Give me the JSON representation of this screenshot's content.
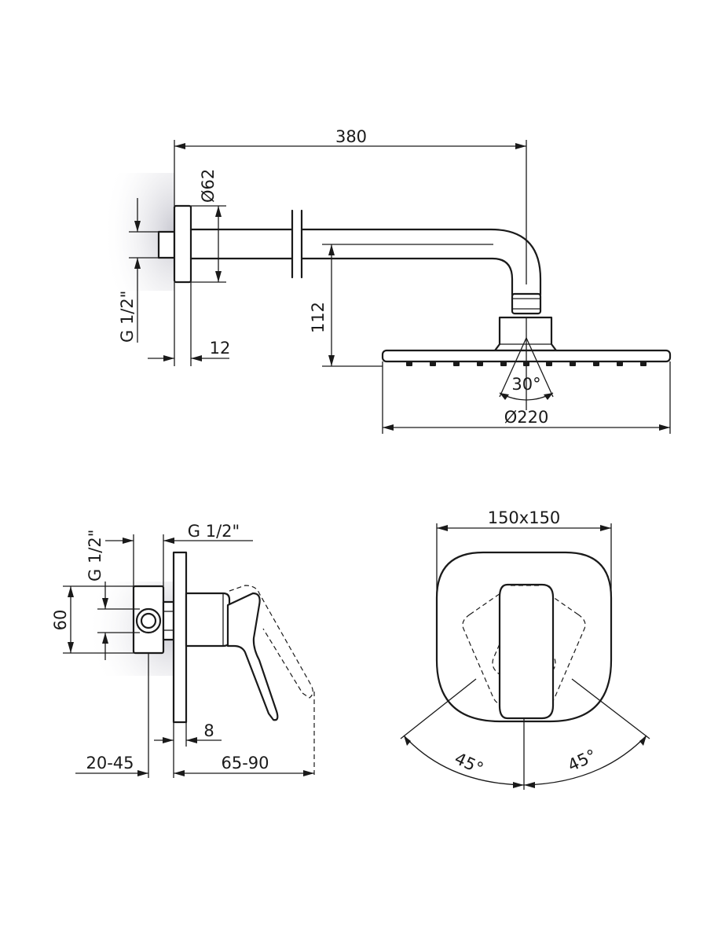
{
  "colors": {
    "line": "#1a1a1a",
    "background": "#ffffff",
    "wall_shadow": "#cfcfd6"
  },
  "shower_head_view": {
    "arm_length": "380",
    "flange_diameter": "Ø62",
    "thread": "G 1/2\"",
    "flange_thickness": "12",
    "drop_height": "112",
    "spray_angle": "30°",
    "head_diameter": "Ø220"
  },
  "mixer_side_view": {
    "thread": "G 1/2\"",
    "thread_vertical": "G 1/2\"",
    "body_height": "60",
    "plate_thickness": "8",
    "install_depth": "20-45",
    "projection": "65-90"
  },
  "mixer_front_view": {
    "plate_size": "150x150",
    "rotation_left": "45°",
    "rotation_right": "45°"
  }
}
